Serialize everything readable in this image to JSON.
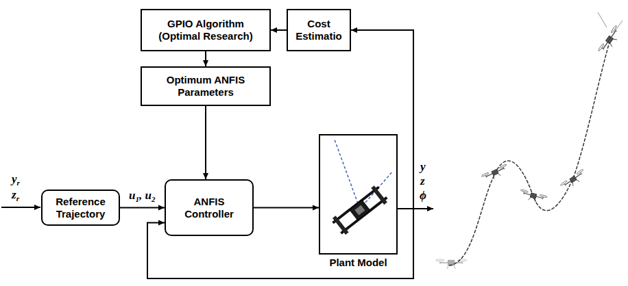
{
  "diagram": {
    "nodes": [
      {
        "text": [
          "GPIO Algorithm (Optimal Research)"
        ]
      },
      {
        "text": [
          "Cost Estimatio"
        ]
      },
      {
        "text": [
          "Optimum ANFIS Parameters"
        ]
      },
      {
        "text": [
          "Reference Trajectory"
        ]
      },
      {
        "text": [
          "ANFIS Controller"
        ]
      },
      {
        "text": [
          "Plant Model"
        ]
      }
    ],
    "edges": [
      {
        "from": 1,
        "to": 0,
        "arrow": "to"
      },
      {
        "from": 0,
        "to": 2,
        "arrow": "to"
      },
      {
        "from": 2,
        "to": 4,
        "arrow": "to"
      },
      {
        "from": 3,
        "to": 4,
        "arrow": "to",
        "label": "u1, u2"
      },
      {
        "from": 4,
        "to": 5,
        "arrow": "to"
      },
      {
        "from": 5,
        "to": 1,
        "arrow": "to"
      },
      {
        "from": 5,
        "to": 4,
        "arrow": "to"
      }
    ],
    "labels": [
      "yr",
      "zr",
      "y",
      "z",
      "ϕ"
    ]
  }
}
